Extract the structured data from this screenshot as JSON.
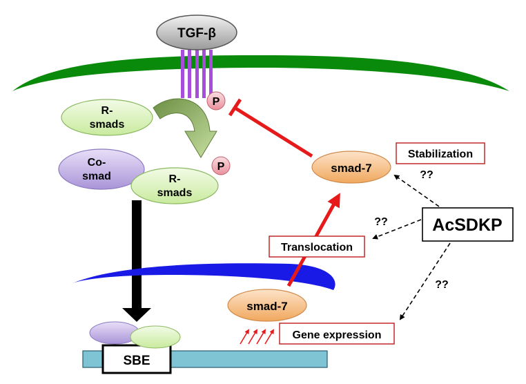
{
  "ligand": {
    "label": "TGF-β"
  },
  "receptor": {
    "phospho_label": "P"
  },
  "r_smads_cytoplasm": {
    "line1": "R-",
    "line2": "smads"
  },
  "co_smad": {
    "line1": "Co-",
    "line2": "smad"
  },
  "r_smads_complex": {
    "line1": "R-",
    "line2": "smads",
    "phospho_label": "P"
  },
  "smad7_cytoplasm": {
    "label": "smad-7"
  },
  "smad7_nucleus": {
    "label": "smad-7"
  },
  "dna": {
    "sbe_label": "SBE"
  },
  "drug": {
    "label": "AcSDKP"
  },
  "processes": {
    "stabilization": "Stabilization",
    "translocation": "Translocation",
    "gene_expression": "Gene expression"
  },
  "unknown_marks": {
    "stabilization": "??",
    "translocation": "??",
    "gene_expression": "??"
  },
  "colors": {
    "membrane": "#0a8a0a",
    "nucleus": "#1a1ae6",
    "receptor": "#a64ddb",
    "phospho": "#f2b0b8",
    "r_smad": "#dff5c2",
    "co_smad": "#c9b8ea",
    "smad7": "#f7c08a",
    "dna": "#7ec4d4",
    "inhibit": "#e61a1a",
    "box_border": "#c0282a",
    "arrow_green": "#9ab86a"
  }
}
